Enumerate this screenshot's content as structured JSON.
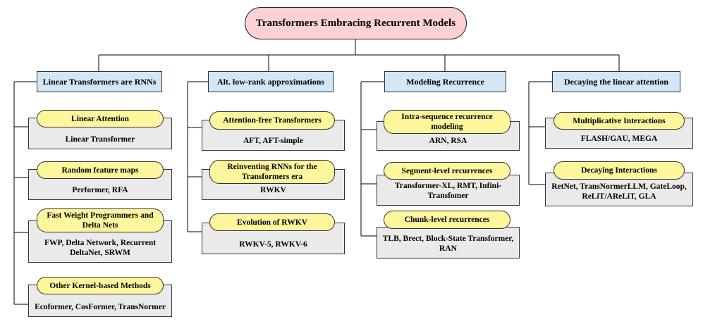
{
  "title": "Transformers Embracing Recurrent Models",
  "columns": [
    {
      "label": "Linear Transformers are RNNs",
      "groups": [
        {
          "method": "Linear Attention",
          "models": "Linear Transformer"
        },
        {
          "method": "Random feature maps",
          "models": "Performer, RFA"
        },
        {
          "method": "Fast Weight Programmers and Delta Nets",
          "models": "FWP, Delta Network, Recurrent DeltaNet, SRWM"
        },
        {
          "method": "Other Kernel-based Methods",
          "models": "Ecoformer, CosFormer, TransNormer"
        }
      ]
    },
    {
      "label": "Alt. low-rank approximations",
      "groups": [
        {
          "method": "Attention-free Transformers",
          "models": "AFT, AFT-simple"
        },
        {
          "method": "Reinventing RNNs for the Transformers era",
          "models": "RWKV"
        },
        {
          "method": "Evolution of RWKV",
          "models": "RWKV-5, RWKV-6"
        }
      ]
    },
    {
      "label": "Modeling Recurrence",
      "groups": [
        {
          "method": "Intra-sequence recurrence modeling",
          "models": "ARN, RSA"
        },
        {
          "method": "Segment-level recurrences",
          "models": "Transformer-XL, RMT, Infini-Transfomer"
        },
        {
          "method": "Chunk-level recurrences",
          "models": "TLB, Brect, Block-State Transformer, RAN"
        }
      ]
    },
    {
      "label": "Decaying the linear attention",
      "groups": [
        {
          "method": "Multiplicative Interactions",
          "models": "FLASH/GAU, MEGA"
        },
        {
          "method": "Decaying Interactions",
          "models": "RetNet, TransNormerLLM, GateLoop, ReLiT/AReLiT, GLA"
        }
      ]
    }
  ]
}
